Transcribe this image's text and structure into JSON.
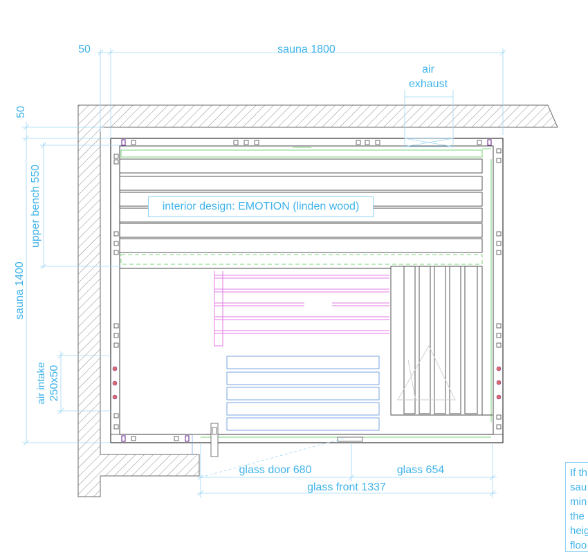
{
  "dimensions": {
    "wall_offset_top": "50",
    "sauna_width": "sauna 1800",
    "air_exhaust_line1": "air",
    "air_exhaust_line2": "exhaust",
    "wall_offset_left": "50",
    "upper_bench": "upper bench 550",
    "sauna_depth": "sauna 1400",
    "air_intake_line1": "air intake",
    "air_intake_line2": "250x50",
    "glass_door": "glass door 680",
    "glass": "glass 654",
    "glass_front": "glass front 1337"
  },
  "interior_label": "interior design: EMOTION (linden wood)",
  "note_lines": [
    "If th",
    "sau",
    "min",
    "the",
    "heig",
    "floo"
  ],
  "colors": {
    "dimension": "#3fb3ea",
    "wall_hatch": "#555555",
    "bench_outline": "#444444",
    "lower_bench": "#e07ae6",
    "stool": "#7aa6e0",
    "green_trim": "#7ad67a"
  }
}
